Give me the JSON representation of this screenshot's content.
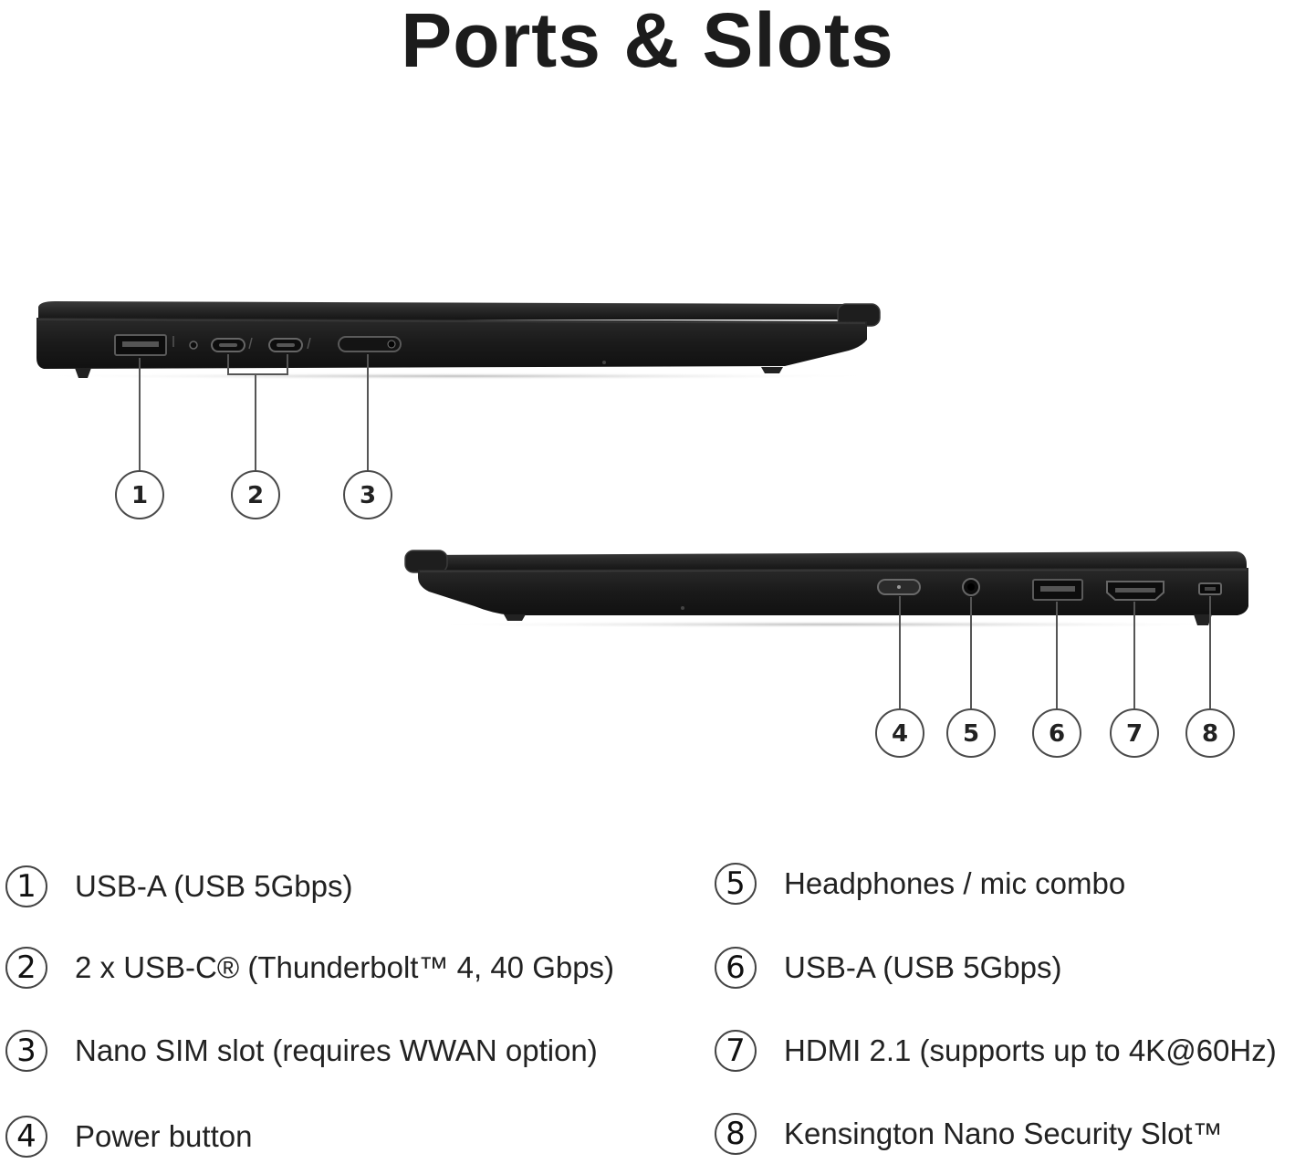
{
  "title": "Ports & Slots",
  "left_view": {
    "callouts": [
      {
        "num": "1",
        "port": "usb-a-port"
      },
      {
        "num": "2",
        "port": "usb-c-ports"
      },
      {
        "num": "3",
        "port": "nano-sim-slot"
      }
    ]
  },
  "right_view": {
    "callouts": [
      {
        "num": "4",
        "port": "power-button"
      },
      {
        "num": "5",
        "port": "audio-jack"
      },
      {
        "num": "6",
        "port": "usb-a-port"
      },
      {
        "num": "7",
        "port": "hdmi-port"
      },
      {
        "num": "8",
        "port": "kensington-slot"
      }
    ]
  },
  "legend": {
    "items": [
      {
        "num": "1",
        "label": "USB-A (USB 5Gbps)"
      },
      {
        "num": "2",
        "label": "2 x USB-C® (Thunderbolt™ 4, 40 Gbps)"
      },
      {
        "num": "3",
        "label": "Nano SIM slot (requires WWAN option)"
      },
      {
        "num": "4",
        "label": "Power button"
      },
      {
        "num": "5",
        "label": "Headphones / mic combo"
      },
      {
        "num": "6",
        "label": "USB-A (USB 5Gbps)"
      },
      {
        "num": "7",
        "label": "HDMI 2.1 (supports up to 4K@60Hz)"
      },
      {
        "num": "8",
        "label": "Kensington Nano Security Slot™"
      }
    ]
  },
  "colors": {
    "chassis": "#1b1b1b",
    "chassis_edge": "#2d2d2d",
    "leader_line": "#555555",
    "circle_stroke": "#4a4a4a"
  }
}
